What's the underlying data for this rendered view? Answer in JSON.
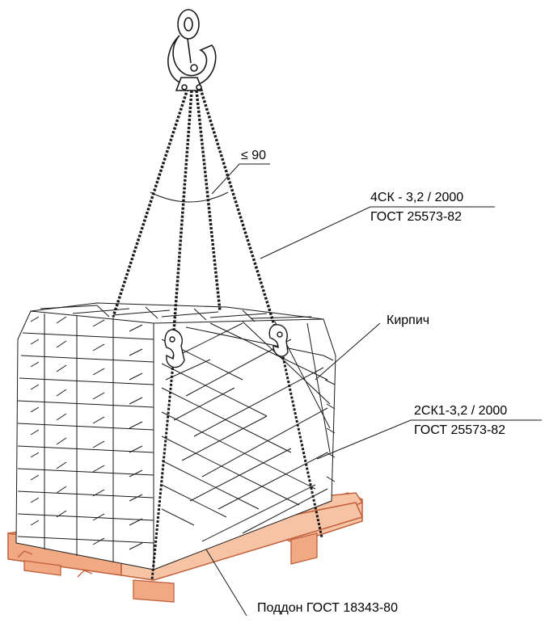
{
  "labels": {
    "angle": "≤ 90",
    "sling_top_line1": "4СК - 3,2 / 2000",
    "sling_top_line2": "ГОСТ 25573-82",
    "brick": "Кирпич",
    "sling_bottom_line1": "2СК1-3,2 / 2000",
    "sling_bottom_line2": "ГОСТ 25573-82",
    "pallet": "Поддон ГОСТ 18343-80"
  },
  "colors": {
    "pallet_fill": "#f6c4a4",
    "pallet_side": "#f0a982",
    "pallet_stroke": "#c25f3a",
    "line": "#1a1a1a",
    "brick_fill": "#ffffff"
  }
}
